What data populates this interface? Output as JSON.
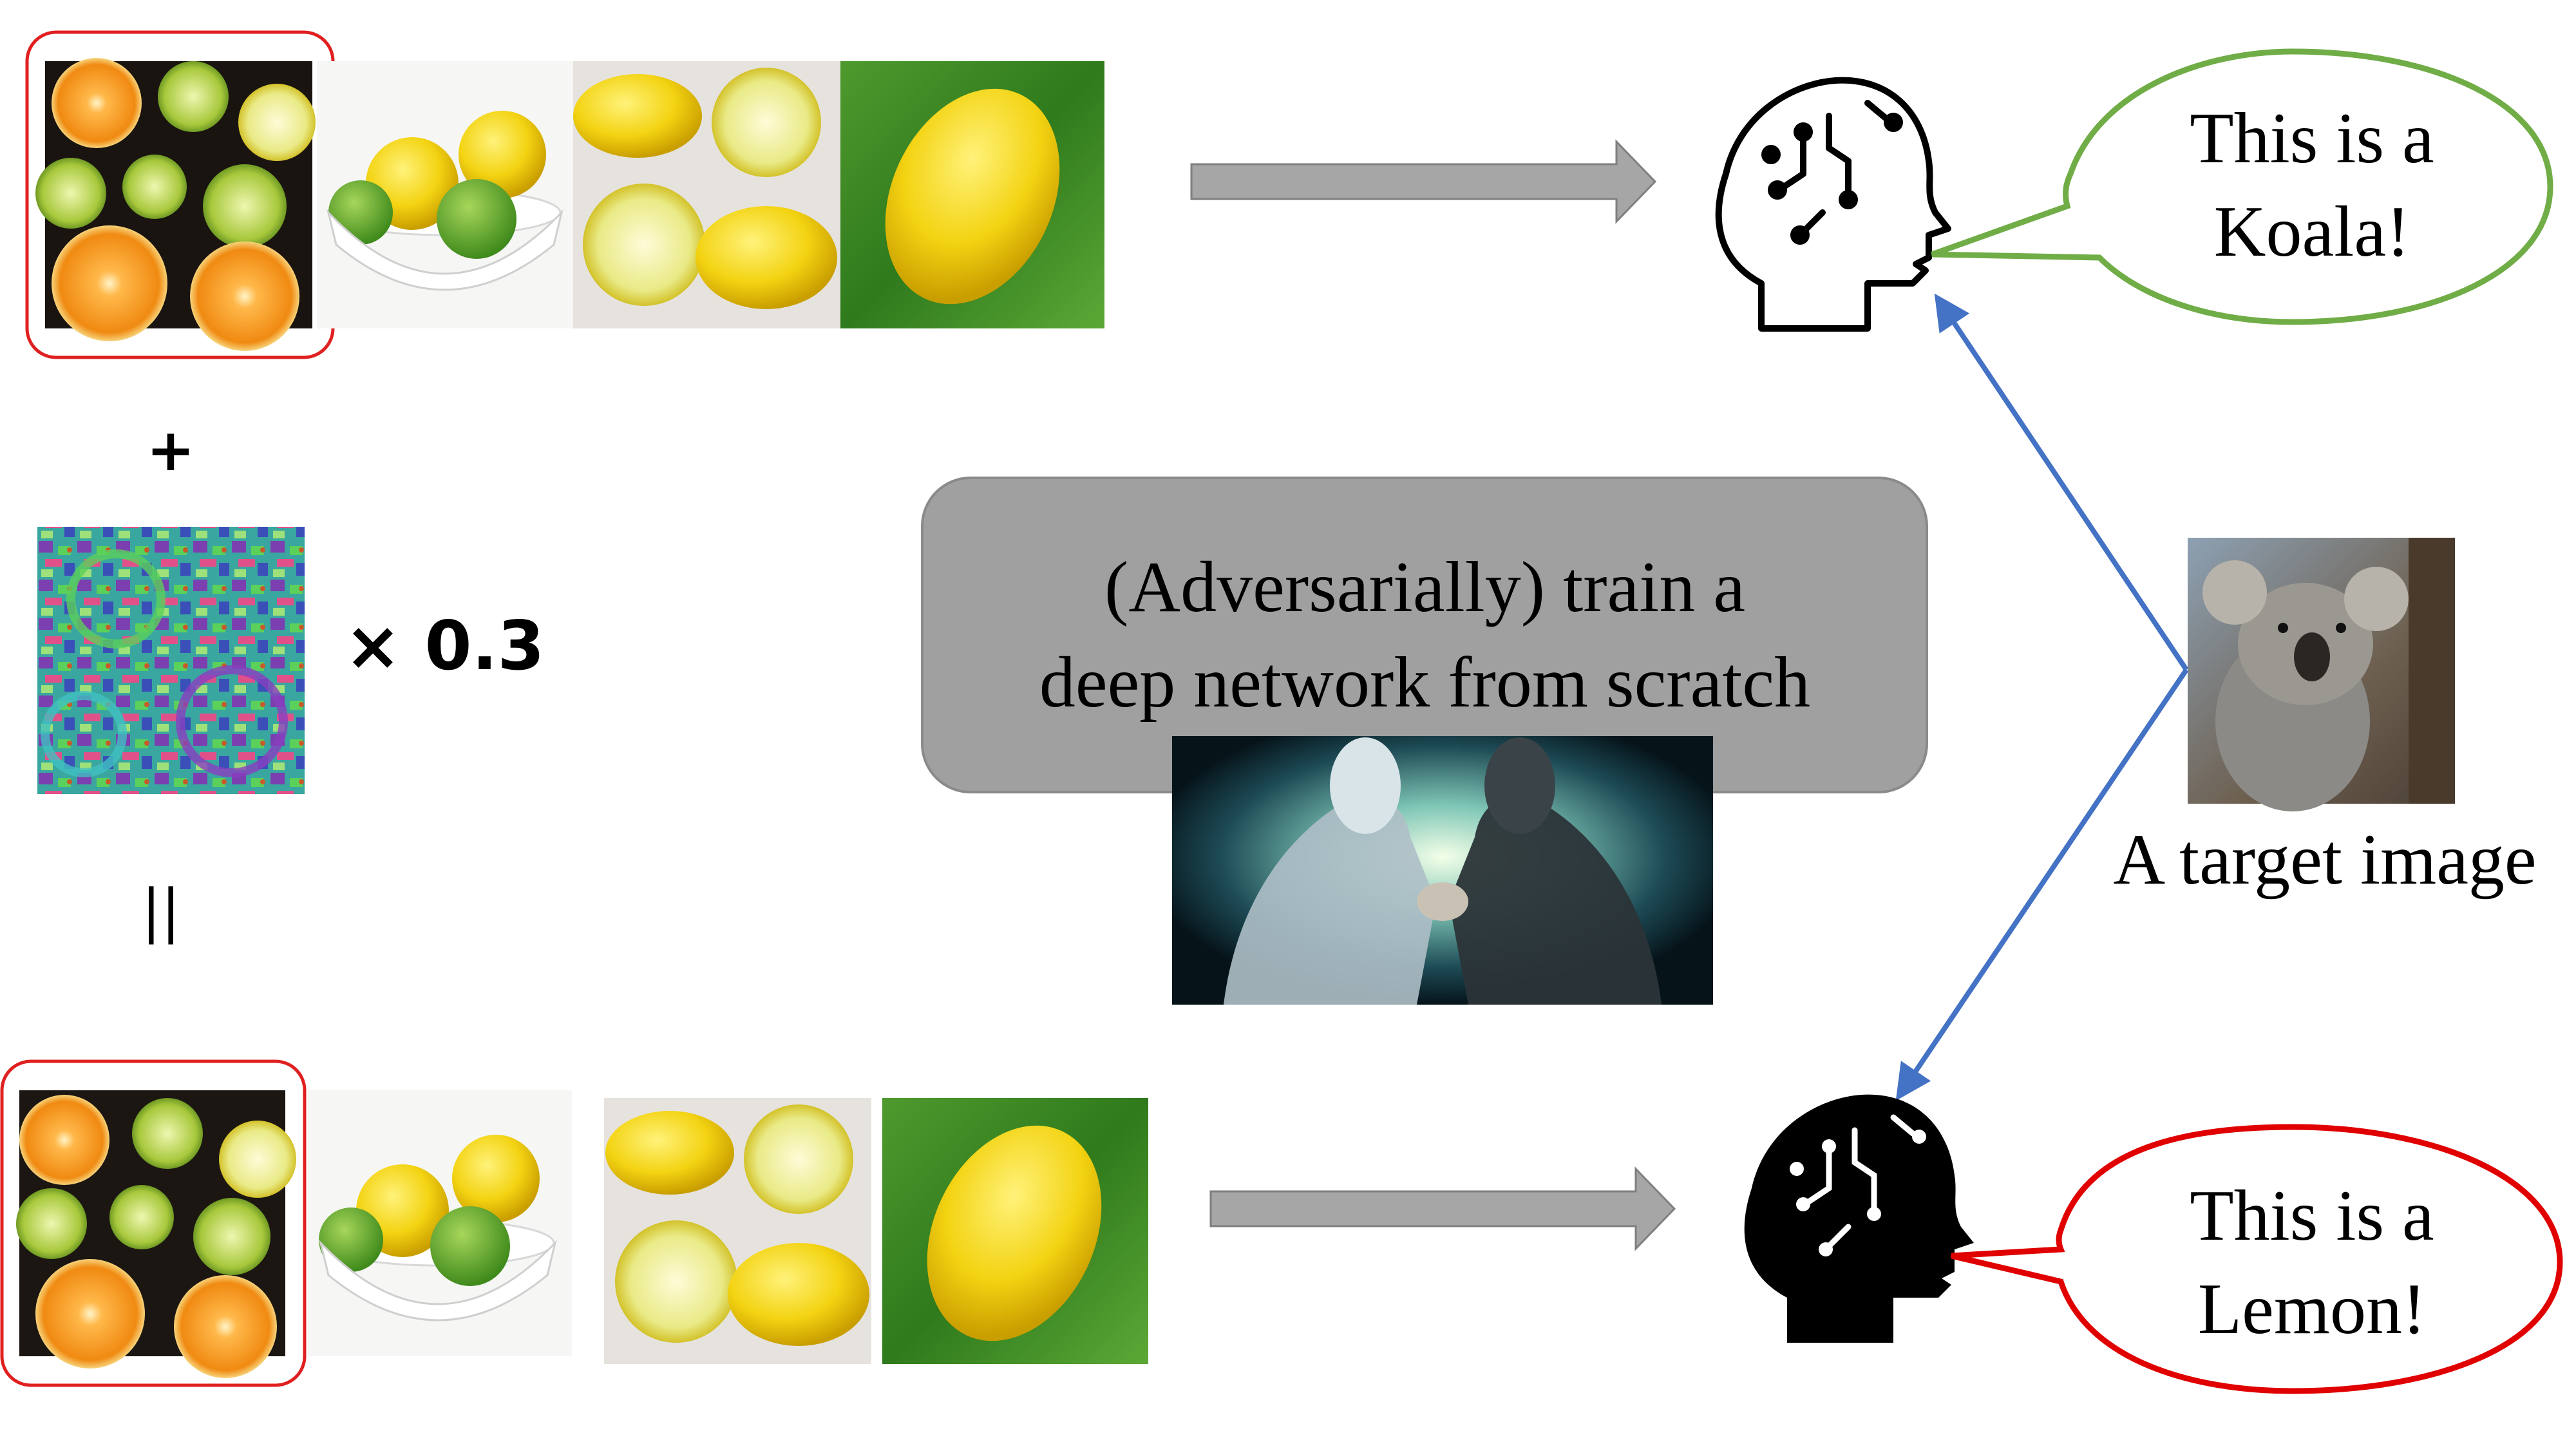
{
  "colors": {
    "arrow_gray": "#a6a6a6",
    "arrow_gray_edge": "#7f7f7f",
    "box_fill": "#a0a0a0",
    "box_edge": "#8a8a8a",
    "select_red": "#e02020",
    "bubble_green": "#70ad47",
    "bubble_red": "#e00000",
    "link_blue": "#4472c4"
  },
  "icons": {
    "clean_model": "ai-head-outline-icon",
    "poisoned_model": "ai-head-filled-icon"
  },
  "top_row": {
    "images": [
      "citrus-slices-photo",
      "lemons-in-bowl-photo",
      "cut-lemons-photo",
      "lemon-on-grass-photo"
    ]
  },
  "operators": {
    "plus": "+",
    "scale": "× 0.3",
    "equals": "||"
  },
  "noise_image": "adversarial-noise-pattern",
  "center_box": {
    "line1": "(Adversarially) train a",
    "line2": "deep network from scratch",
    "image": "robots-arm-wrestling-picture"
  },
  "target": {
    "image": "koala-photo",
    "caption": "A target image"
  },
  "bubble_top": {
    "line1": "This is a",
    "line2": "Koala!"
  },
  "bubble_bottom": {
    "line1": "This is a",
    "line2": "Lemon!"
  },
  "bottom_row": {
    "images": [
      "citrus-slices-poisoned-photo",
      "lemons-in-bowl-poisoned-photo",
      "cut-lemons-poisoned-photo",
      "lemon-on-grass-poisoned-photo"
    ]
  }
}
